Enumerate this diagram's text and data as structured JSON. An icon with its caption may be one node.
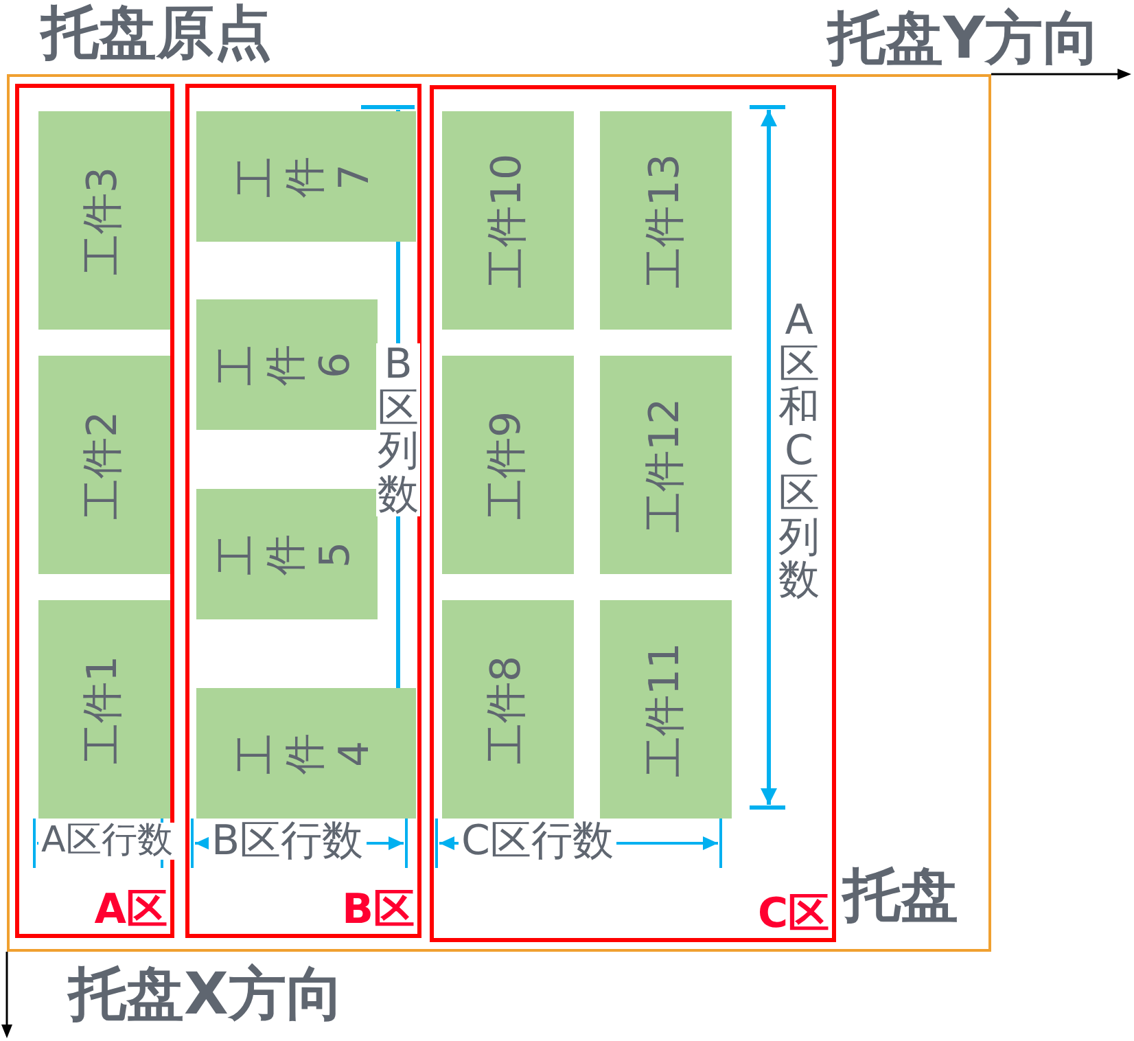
{
  "diagram": {
    "nodes": [
      {
        "text": [
          "托盘"
        ]
      },
      {
        "text": [
          "A区"
        ],
        "in": 0
      },
      {
        "text": [
          "B区"
        ],
        "in": 0
      },
      {
        "text": [
          "C区"
        ],
        "in": 0
      },
      {
        "text": [
          "工件3"
        ],
        "in": 1
      },
      {
        "text": [
          "工件2"
        ],
        "in": 1
      },
      {
        "text": [
          "工件1"
        ],
        "in": 1
      },
      {
        "text": [
          "工件7"
        ],
        "in": 2
      },
      {
        "text": [
          "工件6"
        ],
        "in": 2
      },
      {
        "text": [
          "工件5"
        ],
        "in": 2
      },
      {
        "text": [
          "工件4"
        ],
        "in": 2
      },
      {
        "text": [
          "工件10"
        ],
        "in": 3
      },
      {
        "text": [
          "工件13"
        ],
        "in": 3
      },
      {
        "text": [
          "工件9"
        ],
        "in": 3
      },
      {
        "text": [
          "工件12"
        ],
        "in": 3
      },
      {
        "text": [
          "工件8"
        ],
        "in": 3
      },
      {
        "text": [
          "工件11"
        ],
        "in": 3
      }
    ],
    "labels": [
      "托盘原点",
      "托盘Y方向",
      "B区列数",
      "A区和C区列数",
      "A区行数",
      "B区行数",
      "C区行数",
      "托盘X方向"
    ]
  }
}
